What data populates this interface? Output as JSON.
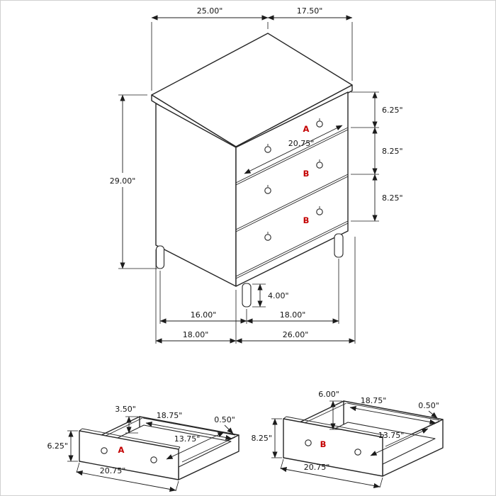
{
  "meta": {
    "description": "Furniture dimension diagram - 3-drawer chest with two drawer detail views"
  },
  "colors": {
    "line": "#262626",
    "dimension": "#1c1c1c",
    "accent": "#c40000",
    "background": "#ffffff"
  },
  "main_view": {
    "top_width": "25.00\"",
    "top_depth": "17.50\"",
    "overall_height": "29.00\"",
    "drawer_a_front_height": "6.25\"",
    "drawer_b_front_height": "8.25\"",
    "drawer_b2_front_height": "8.25\"",
    "drawer_face_width": "20.75\"",
    "drawer_a_label": "A",
    "drawer_b_label": "B",
    "drawer_b2_label": "B",
    "leg_height": "4.00\"",
    "leg_spacing_side": "16.00\"",
    "leg_spacing_front": "18.00\"",
    "base_depth": "18.00\"",
    "base_width": "26.00\""
  },
  "drawer_a": {
    "label": "A",
    "back_height": "3.50\"",
    "inner_width": "18.75\"",
    "side_thickness": "0.50\"",
    "front_height": "6.25\"",
    "inner_depth": "13.75\"",
    "overall_width": "20.75\""
  },
  "drawer_b": {
    "label": "B",
    "back_height": "6.00\"",
    "inner_width": "18.75\"",
    "side_thickness": "0.50\"",
    "front_height": "8.25\"",
    "inner_depth": "13.75\"",
    "overall_width": "20.75\""
  }
}
